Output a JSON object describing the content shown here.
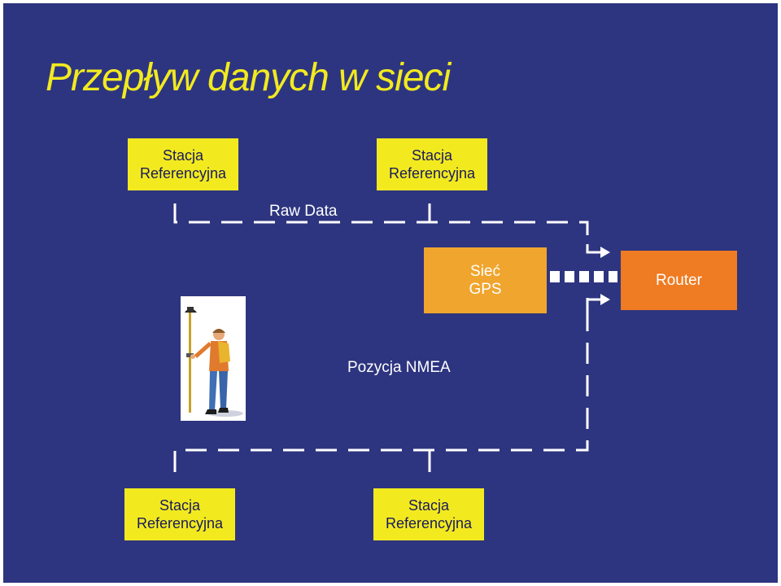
{
  "slide": {
    "title": "Przepływ danych w sieci"
  },
  "stations": [
    {
      "line1": "Stacja",
      "line2": "Referencyjna"
    },
    {
      "line1": "Stacja",
      "line2": "Referencyjna"
    },
    {
      "line1": "Stacja",
      "line2": "Referencyjna"
    },
    {
      "line1": "Stacja",
      "line2": "Referencyjna"
    }
  ],
  "network": {
    "line1": "Sieć",
    "line2": "GPS"
  },
  "router": {
    "label": "Router"
  },
  "flows": {
    "raw": "Raw Data",
    "nmea": "Pozycja NMEA"
  },
  "colors": {
    "background": "#2d3580",
    "title": "#f2ea1f",
    "station": "#f2ea1f",
    "network": "#f0a52e",
    "router": "#ef7b22",
    "connector": "#ffffff"
  },
  "icons": {
    "rover": "surveyor-with-gps-pole-icon"
  }
}
